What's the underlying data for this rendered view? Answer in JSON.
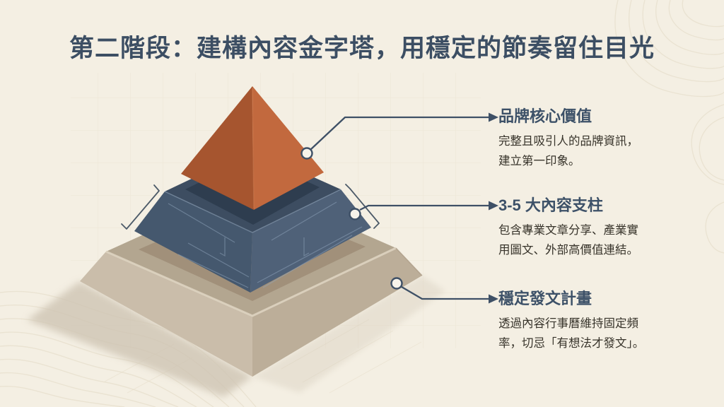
{
  "slide": {
    "title": "第二階段：建構內容金字塔，用穩定的節奏留住目光"
  },
  "annotations": [
    {
      "level": "top",
      "title": "品牌核心價值",
      "lines": [
        "完整且吸引人的品牌資訊，",
        "建立第一印象。"
      ]
    },
    {
      "level": "middle",
      "title": "3-5 大內容支柱",
      "lines": [
        "包含專業文章分享、產業實",
        "用圖文、外部高價值連結。"
      ]
    },
    {
      "level": "base",
      "title": "穩定發文計畫",
      "lines": [
        "透過內容行事曆維持固定頻",
        "率，切忌「有想法才發文」。"
      ]
    }
  ],
  "colors": {
    "background": "#f4efe3",
    "title": "#3c4e63",
    "heading": "#3d5168",
    "body": "#38342b",
    "connector": "#3e5066",
    "circle_fill": "#f7f3ea",
    "bracket": "#4c5a68",
    "pyramid_top_left": "#a6552f",
    "pyramid_top_right": "#c2693e",
    "pyramid_ridge": "#cf7a4d",
    "mid_top": "#3d4d61",
    "mid_inset": "#2e3d4f",
    "mid_left": "#45586e",
    "mid_right": "#4f6178",
    "mid_seam": "#91a6bd",
    "base_top": "#b3a690",
    "base_inset": "#a1907a",
    "base_left": "#cabdaa",
    "base_right": "#bcae99",
    "base_edge_highlight": "#ddd3c0",
    "shadow": "#cfc5b4",
    "grid": "#e6ddc9",
    "contour": "#e7dfcd"
  }
}
